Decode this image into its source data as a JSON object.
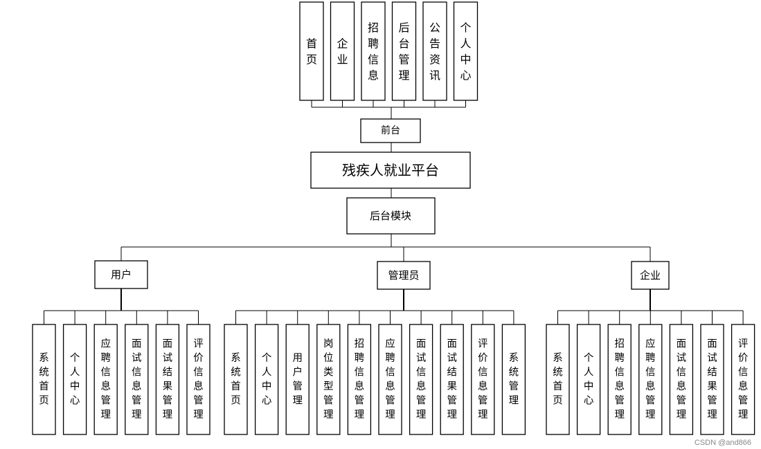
{
  "front_menu": [
    "首页",
    "企业",
    "招聘信息",
    "后台管理",
    "公告资讯",
    "个人中心"
  ],
  "front_label": "前台",
  "title": "残疾人就业平台",
  "backend_label": "后台模块",
  "roles": [
    {
      "name": "用户",
      "items": [
        "系统首页",
        "个人中心",
        "应聘信息管理",
        "面试信息管理",
        "面试结果管理",
        "评价信息管理"
      ]
    },
    {
      "name": "管理员",
      "items": [
        "系统首页",
        "个人中心",
        "用户管理",
        "岗位类型管理",
        "招聘信息管理",
        "应聘信息管理",
        "面试信息管理",
        "面试结果管理",
        "评价信息管理",
        "系统管理"
      ]
    },
    {
      "name": "企业",
      "items": [
        "系统首页",
        "个人中心",
        "招聘信息管理",
        "应聘信息管理",
        "面试信息管理",
        "面试结果管理",
        "评价信息管理"
      ]
    }
  ],
  "watermark": "CSDN @and866"
}
